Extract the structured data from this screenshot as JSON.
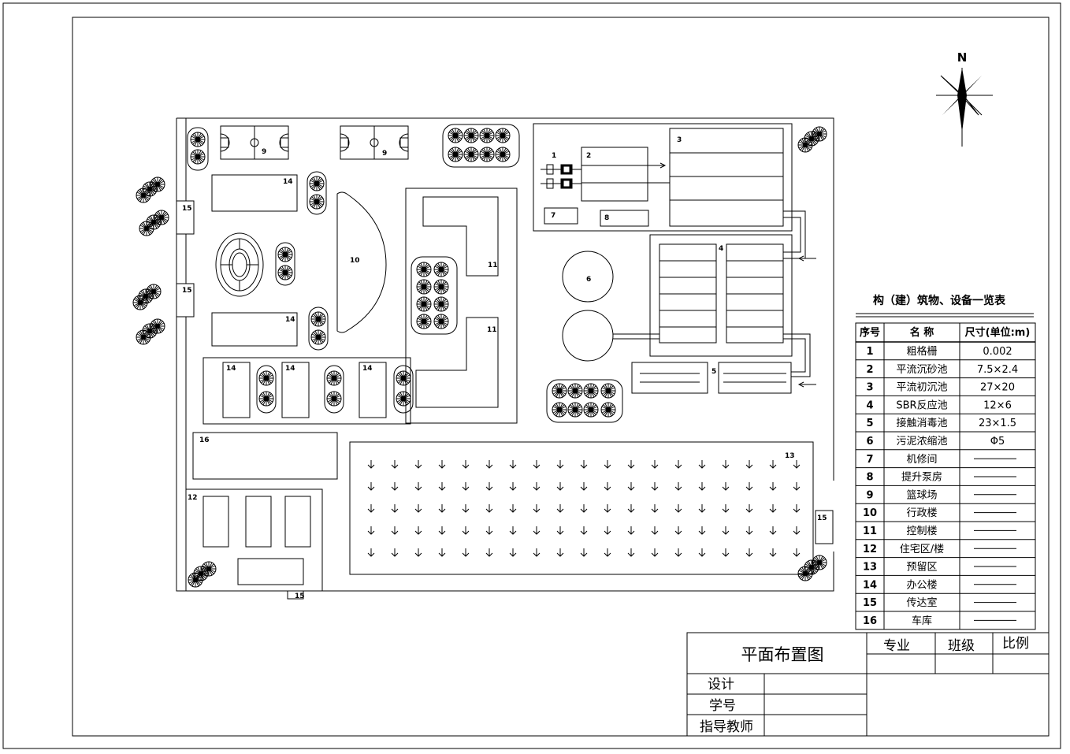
{
  "compass": {
    "north_label": "N"
  },
  "site_labels": {
    "courts": [
      "9",
      "9"
    ],
    "houses14": [
      "14",
      "14",
      "14",
      "14",
      "14"
    ],
    "admin10": "10",
    "control11": [
      "11",
      "11"
    ],
    "garage16": "16",
    "residence12": "12",
    "reserve13": "13",
    "guard15": [
      "15",
      "15",
      "15",
      "15"
    ],
    "plant": [
      "1",
      "2",
      "3",
      "4",
      "5",
      "6",
      "7",
      "8"
    ]
  },
  "table": {
    "title": "构（建）筑物、设备一览表",
    "headers": [
      "序号",
      "名  称",
      "尺寸(单位:m)"
    ],
    "rows": [
      [
        "1",
        "粗格栅",
        "0.002"
      ],
      [
        "2",
        "平流沉砂池",
        "7.5×2.4"
      ],
      [
        "3",
        "平流初沉池",
        "27×20"
      ],
      [
        "4",
        "SBR反应池",
        "12×6"
      ],
      [
        "5",
        "接触消毒池",
        "23×1.5"
      ],
      [
        "6",
        "污泥浓缩池",
        "Φ5"
      ],
      [
        "7",
        "机修间",
        ""
      ],
      [
        "8",
        "提升泵房",
        ""
      ],
      [
        "9",
        "篮球场",
        ""
      ],
      [
        "10",
        "行政楼",
        ""
      ],
      [
        "11",
        "控制楼",
        ""
      ],
      [
        "12",
        "住宅区/楼",
        ""
      ],
      [
        "13",
        "预留区",
        ""
      ],
      [
        "14",
        "办公楼",
        ""
      ],
      [
        "15",
        "传达室",
        ""
      ],
      [
        "16",
        "车库",
        ""
      ]
    ]
  },
  "title_block": {
    "drawing_title": "平面布置图",
    "major": "专业",
    "class": "班级",
    "scale": "比例",
    "design": "设计",
    "student_no": "学号",
    "advisor": "指导教师"
  }
}
